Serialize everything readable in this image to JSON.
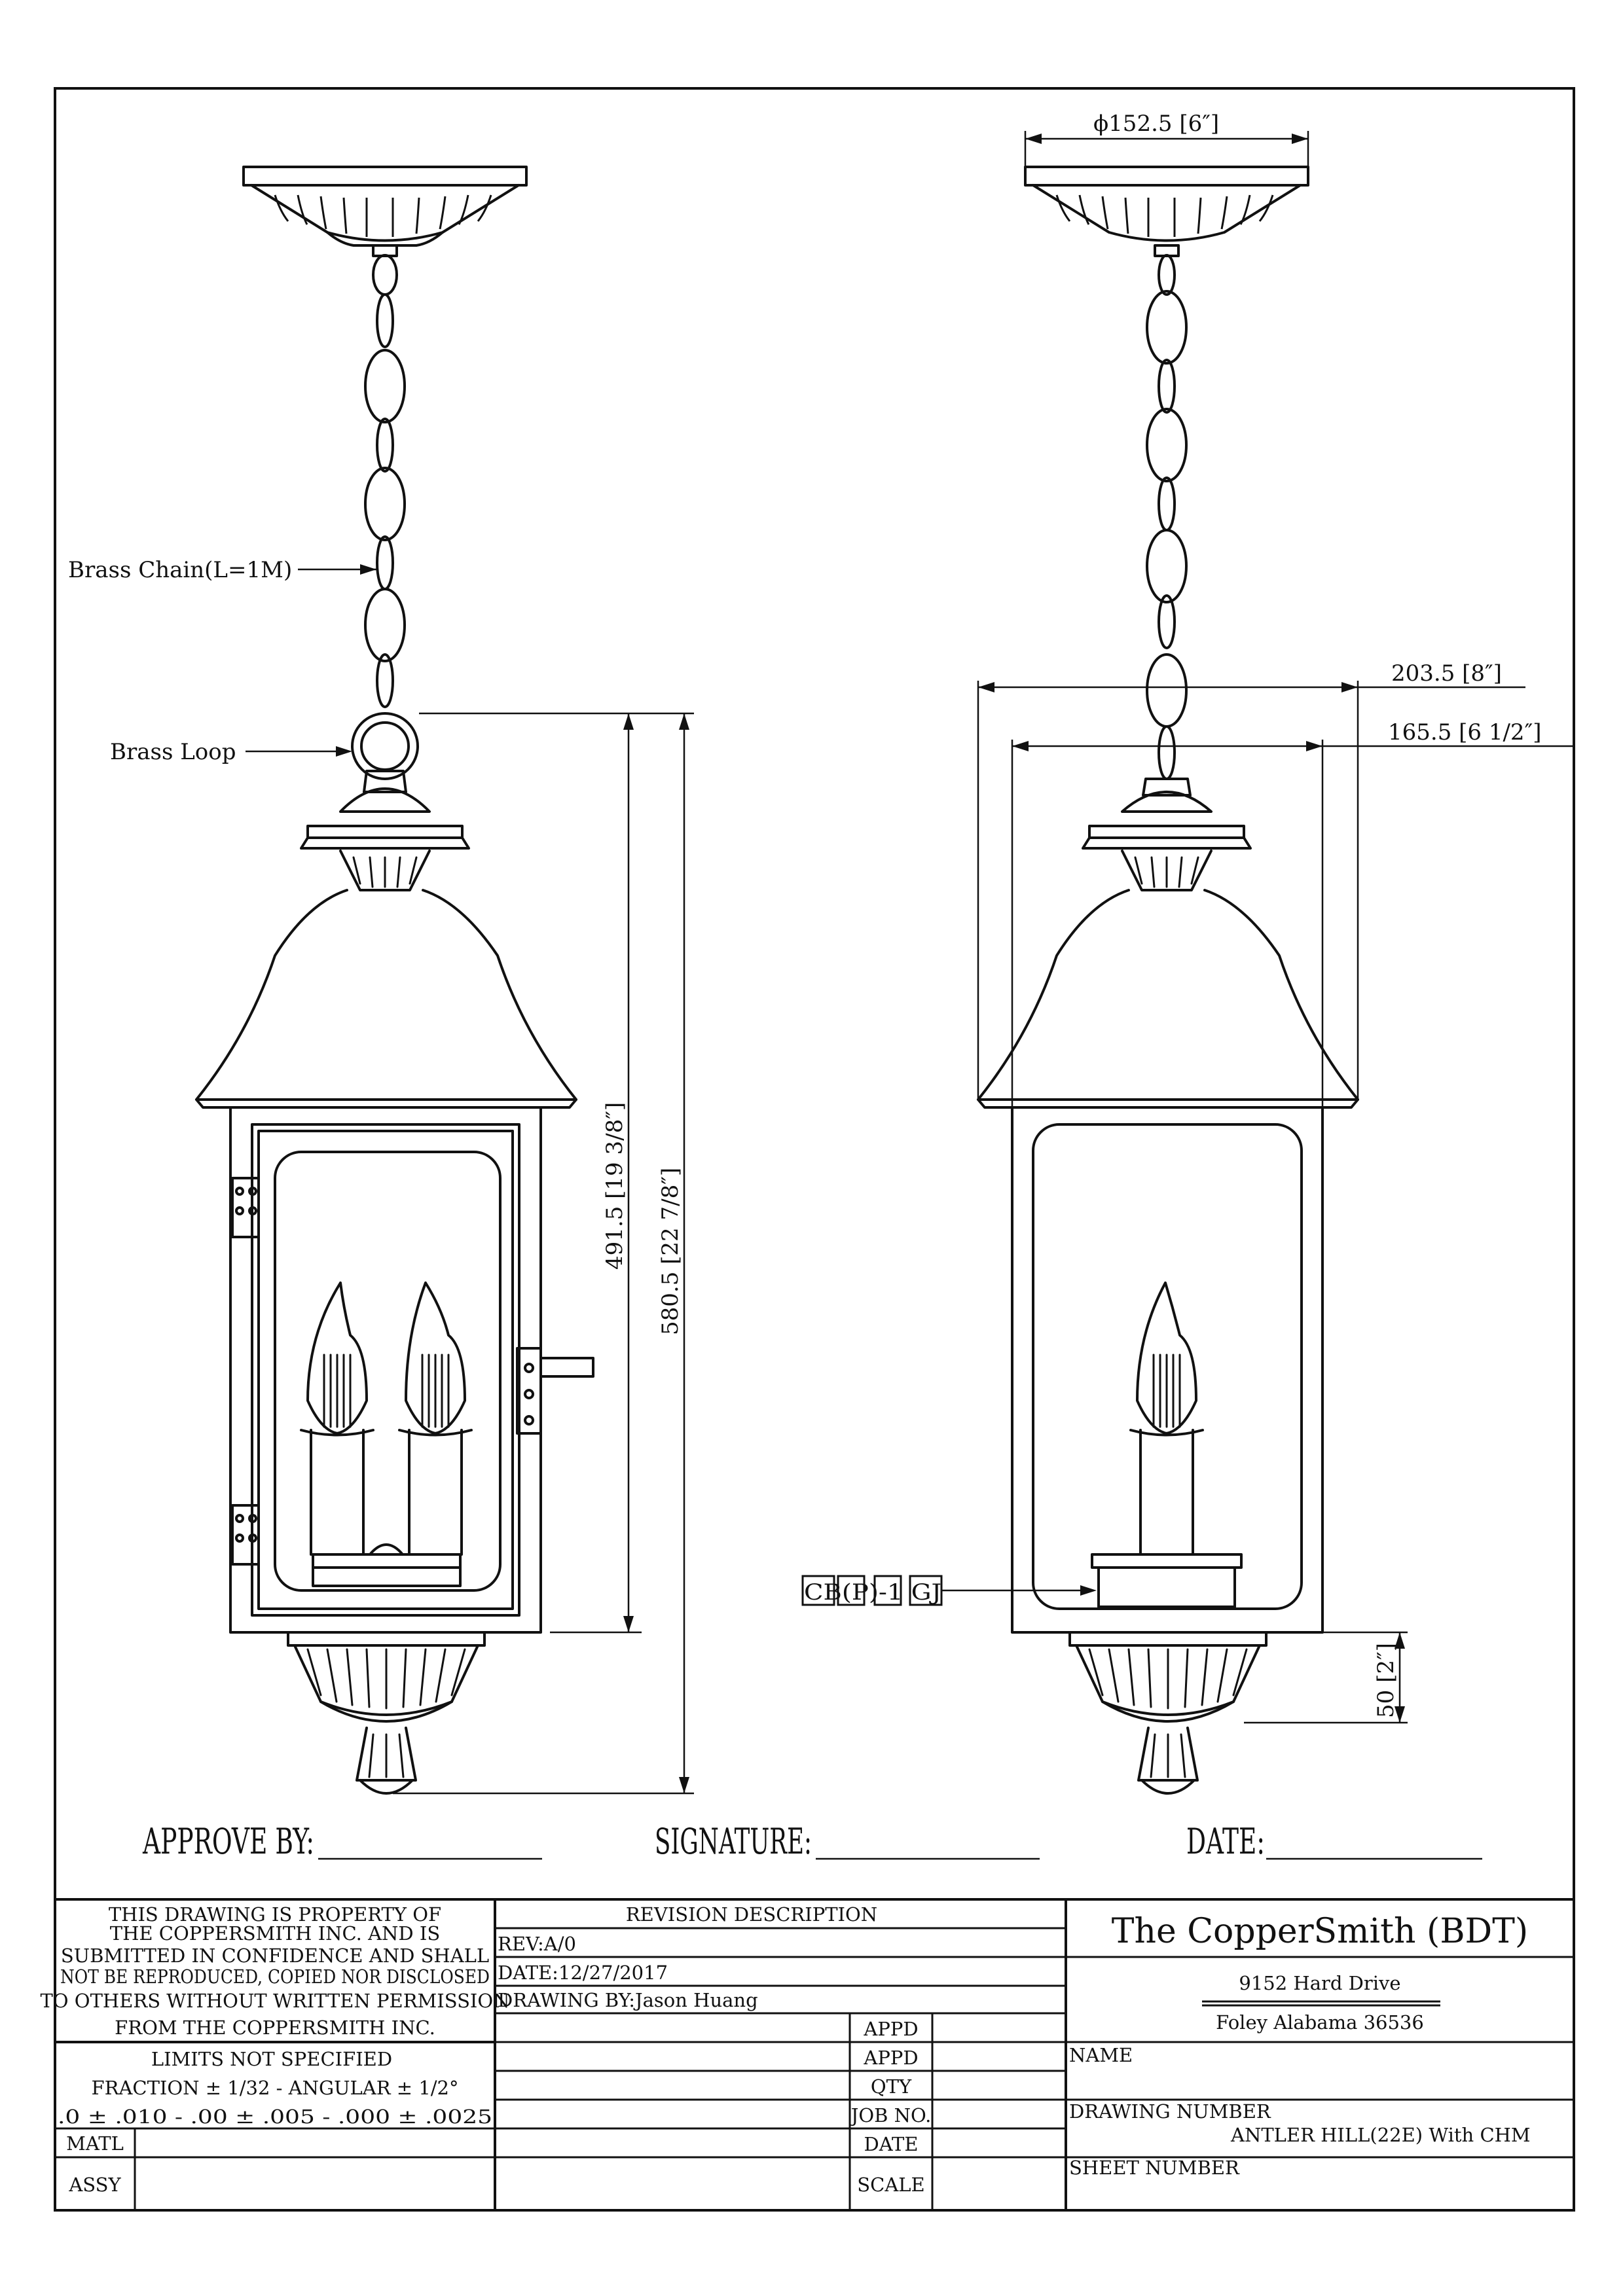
{
  "labels": {
    "brass_chain": "Brass Chain(L=1M)",
    "brass_loop": "Brass Loop",
    "part_code": "CB(P)-1 GJ"
  },
  "dimensions": {
    "canopy_dia": "ϕ152.5 [6″]",
    "width_outer": "203.5 [8″]",
    "width_inner": "165.5 [6 1/2″]",
    "height_body": "491.5 [19 3/8″]",
    "height_total": "580.5 [22 7/8″]",
    "height_bottom": "50 [2″]"
  },
  "approval": {
    "approve_by": "APPROVE BY:",
    "signature": "SIGNATURE:",
    "date": "DATE:"
  },
  "title_block": {
    "property_lines": [
      "THIS DRAWING IS PROPERTY OF",
      "THE COPPERSMITH INC. AND IS",
      "SUBMITTED IN CONFIDENCE AND SHALL",
      "NOT BE REPRODUCED, COPIED NOR DISCLOSED",
      "TO OTHERS WITHOUT WRITTEN PERMISSION",
      "FROM THE COPPERSMITH INC."
    ],
    "limits": "LIMITS NOT SPECIFIED",
    "fraction": "FRACTION ± 1/32 - ANGULAR ± 1/2°",
    "tolerance": ".0 ± .010 - .00 ± .005 - .000 ± .0025",
    "matl": "MATL",
    "assy": "ASSY",
    "revision_description": "REVISION DESCRIPTION",
    "rev": "REV:A/0",
    "date": "DATE:12/27/2017",
    "drawing_by": "DRAWING BY:Jason Huang",
    "appd1": "APPD",
    "appd2": "APPD",
    "qty": "QTY",
    "job_no": "JOB NO.",
    "date_label": "DATE",
    "scale": "SCALE",
    "company": "The CopperSmith (BDT)",
    "address1": "9152 Hard Drive",
    "address2": "Foley Alabama 36536",
    "name_label": "NAME",
    "drawing_number_label": "DRAWING NUMBER",
    "drawing_number": "ANTLER HILL(22E) With CHM",
    "sheet_number_label": "SHEET NUMBER"
  }
}
